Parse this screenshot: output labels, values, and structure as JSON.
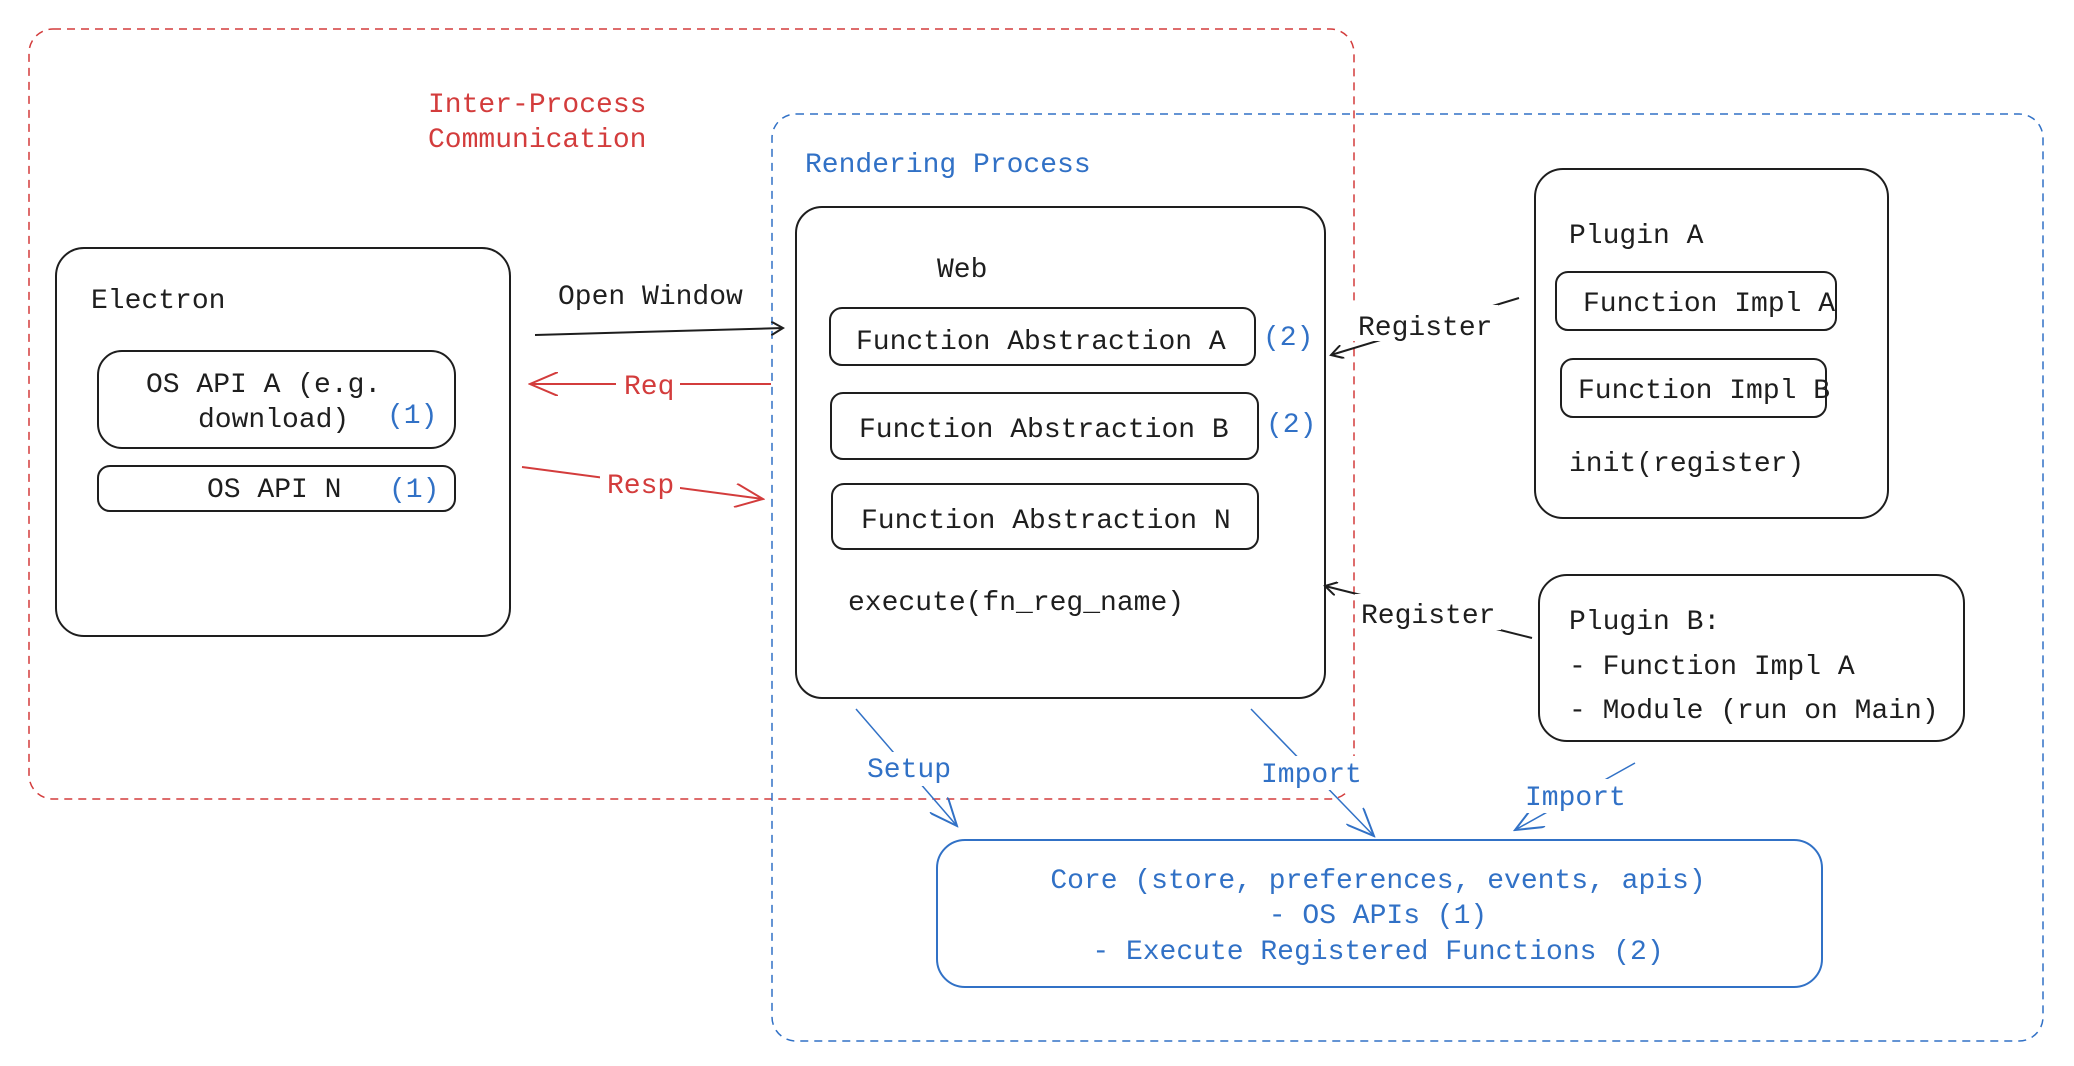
{
  "colors": {
    "ink": "#1e1e1e",
    "ipc": "#d33c3c",
    "renderer": "#3171c6"
  },
  "ipc_group": {
    "title_line1": "Inter-Process",
    "title_line2": "Communication"
  },
  "rendering_group": {
    "title": "Rendering Process"
  },
  "electron": {
    "title": "Electron",
    "os_api_a_line1": "OS API A (e.g.",
    "os_api_a_line2": "download)",
    "os_api_a_tag": "(1)",
    "os_api_n": "OS API N",
    "os_api_n_tag": "(1)"
  },
  "edges": {
    "open_window": "Open Window",
    "req": "Req",
    "resp": "Resp",
    "register_a": "Register",
    "register_b": "Register",
    "setup": "Setup",
    "import_web": "Import",
    "import_plugin": "Import"
  },
  "web": {
    "title": "Web",
    "functions": [
      {
        "label": "Function Abstraction A",
        "tag": "(2)"
      },
      {
        "label": "Function Abstraction B",
        "tag": "(2)"
      },
      {
        "label": "Function Abstraction N"
      }
    ],
    "execute": "execute(fn_reg_name)"
  },
  "plugin_a": {
    "title": "Plugin A",
    "impl_a": "Function Impl A",
    "impl_b": "Function Impl B",
    "init": "init(register)"
  },
  "plugin_b": {
    "title": "Plugin B:",
    "line1": "- Function Impl A",
    "line2": "- Module (run on Main)"
  },
  "core": {
    "line1": "Core (store, preferences, events, apis)",
    "line2": "- OS APIs (1)",
    "line3": "- Execute Registered Functions (2)"
  }
}
